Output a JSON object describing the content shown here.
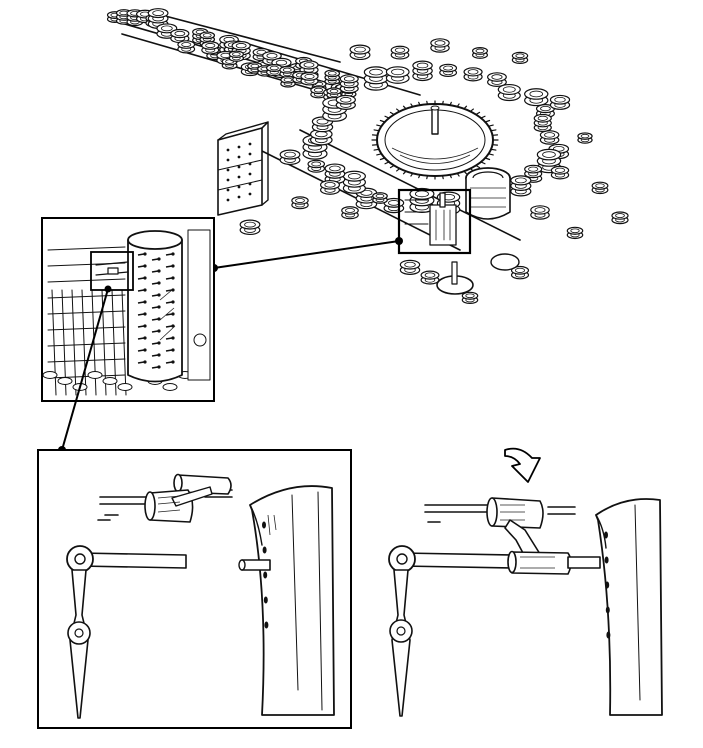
{
  "figure": {
    "background": "#ffffff",
    "ink": "#111111",
    "panels": [
      {
        "id": "engine-overview",
        "depicts": "analytical-engine-mechanism"
      },
      {
        "id": "zoom-inset",
        "depicts": "card-drum-detail"
      },
      {
        "id": "lever-disengaged",
        "depicts": "lever-and-pin-apart"
      },
      {
        "id": "lever-engaged",
        "depicts": "lever-pushed-onto-pin"
      }
    ],
    "icons": [
      "gear-icon",
      "drum-icon",
      "lever-icon",
      "down-arrow-icon"
    ]
  }
}
